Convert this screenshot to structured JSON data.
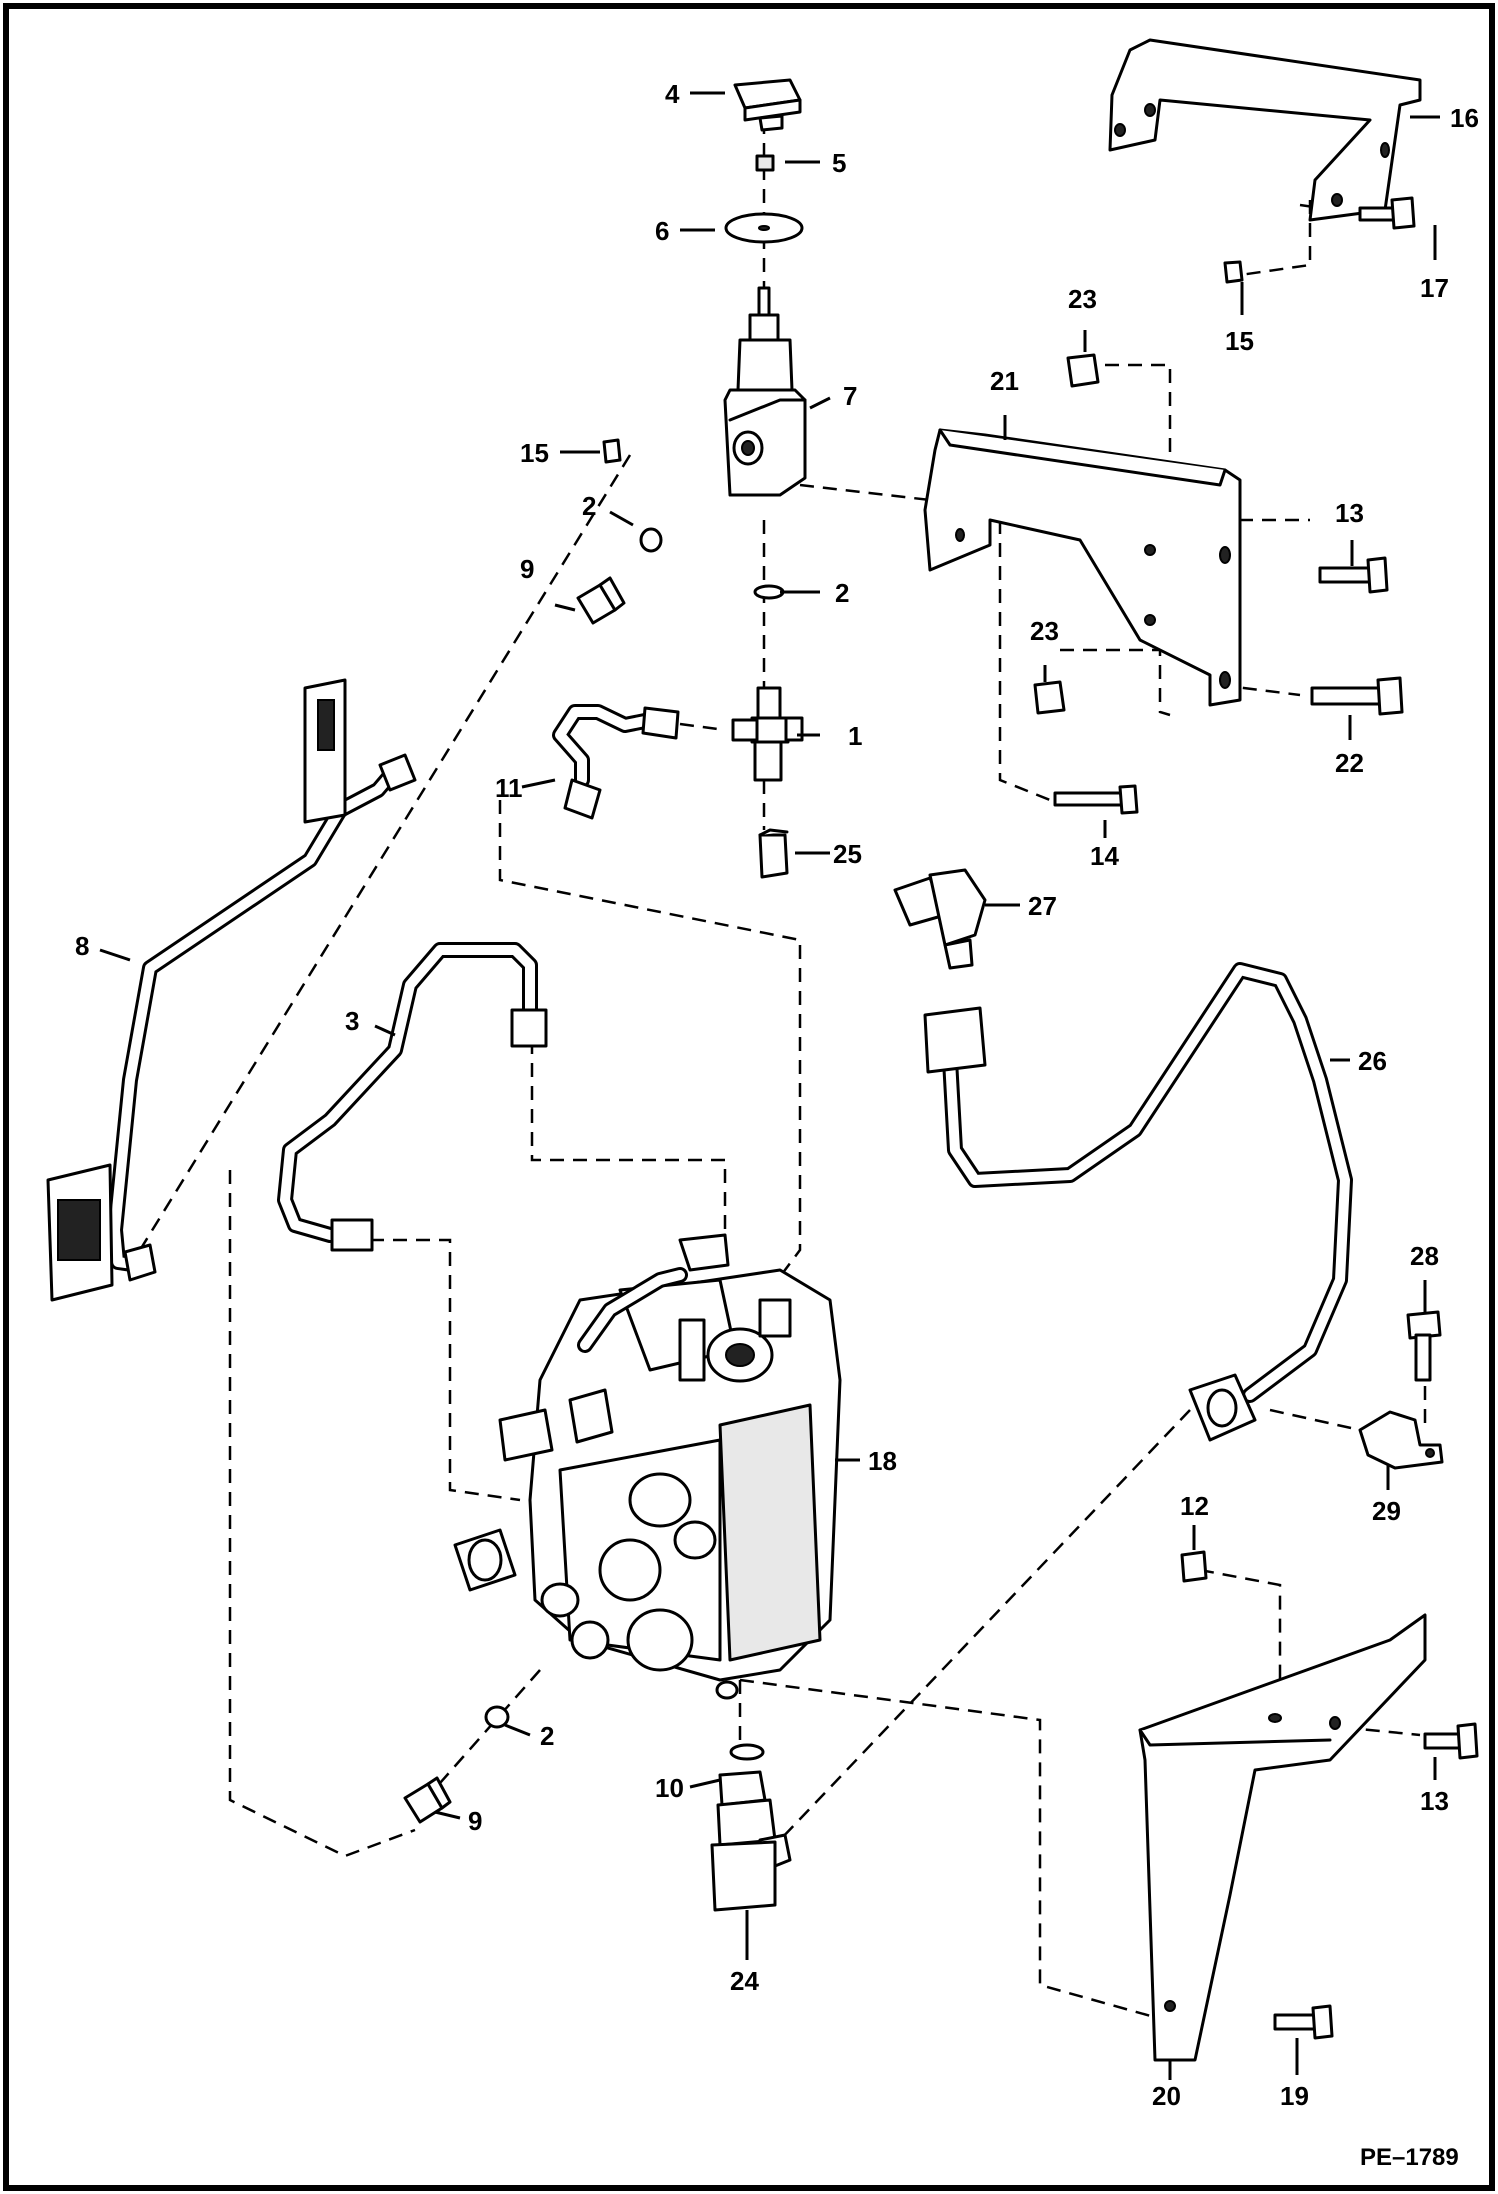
{
  "drawing_code": "PE–1789",
  "callouts": {
    "c1": "1",
    "c2a": "2",
    "c2b": "2",
    "c2c": "2",
    "c3": "3",
    "c4": "4",
    "c5": "5",
    "c6": "6",
    "c7": "7",
    "c8": "8",
    "c9a": "9",
    "c9b": "9",
    "c10": "10",
    "c11": "11",
    "c12": "12",
    "c13a": "13",
    "c13b": "13",
    "c14": "14",
    "c15a": "15",
    "c15b": "15",
    "c16": "16",
    "c17": "17",
    "c18": "18",
    "c19": "19",
    "c20": "20",
    "c21": "21",
    "c22": "22",
    "c23a": "23",
    "c23b": "23",
    "c24": "24",
    "c25": "25",
    "c26": "26",
    "c27": "27",
    "c28": "28",
    "c29": "29"
  }
}
